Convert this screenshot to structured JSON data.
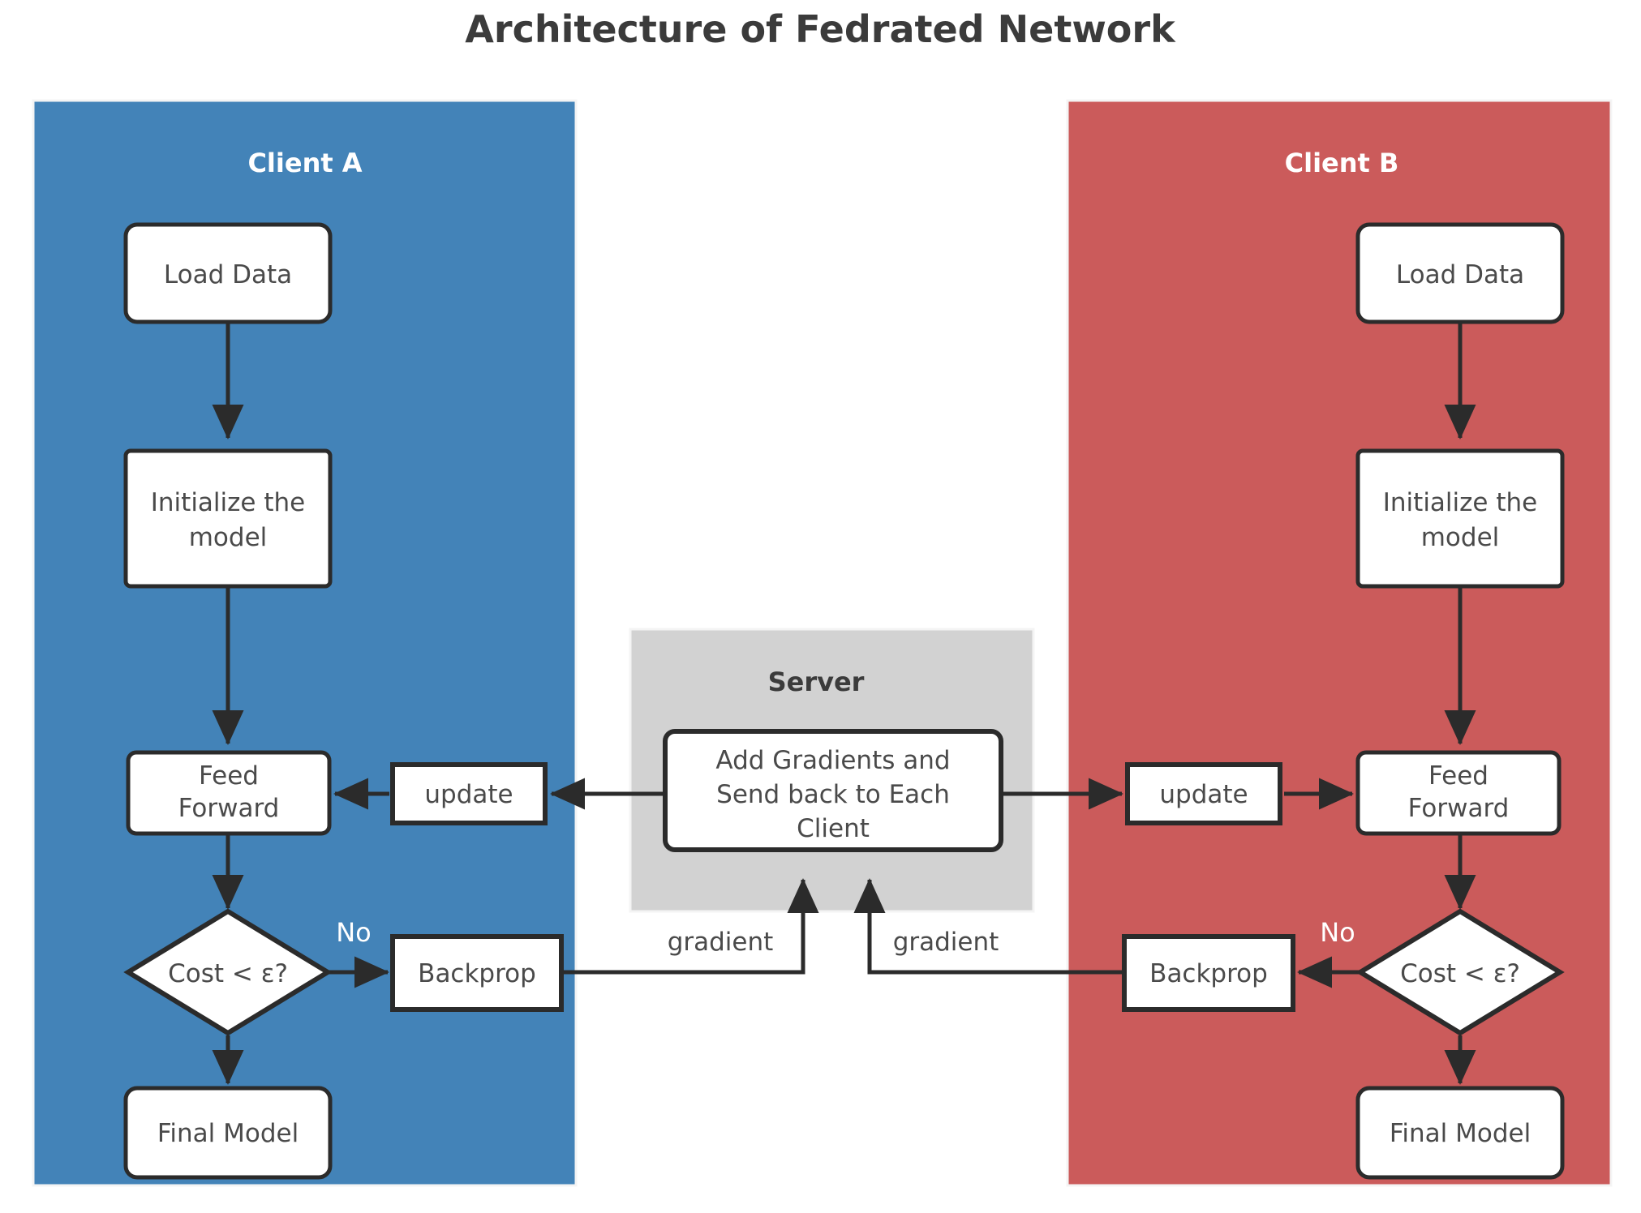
{
  "title": "Architecture of Fedrated Network",
  "colors": {
    "client_a_fill": "#4383b8",
    "client_b_fill": "#cb5b5b",
    "server_fill": "#d2d2d2",
    "node_fill": "#ffffff",
    "node_stroke": "#2b2b2b",
    "title_text": "#3b3b3b",
    "panel_title_text": "#ffffff",
    "node_text": "#4a4a4a",
    "background": "#ffffff"
  },
  "client_a": {
    "title": "Client A",
    "nodes": {
      "load_data": "Load Data",
      "initialize": "Initialize the\nmodel",
      "initialize_line1": "Initialize the",
      "initialize_line2": "model",
      "feed_forward_line1": "Feed",
      "feed_forward_line2": "Forward",
      "update": "update",
      "decision": "Cost < ε?",
      "backprop": "Backprop",
      "final_model": "Final Model"
    },
    "edge_labels": {
      "no": "No",
      "gradient": "gradient"
    }
  },
  "client_b": {
    "title": "Client B",
    "nodes": {
      "load_data": "Load Data",
      "initialize_line1": "Initialize the",
      "initialize_line2": "model",
      "feed_forward_line1": "Feed",
      "feed_forward_line2": "Forward",
      "update": "update",
      "decision": "Cost < ε?",
      "backprop": "Backprop",
      "final_model": "Final Model"
    },
    "edge_labels": {
      "no": "No",
      "gradient": "gradient"
    }
  },
  "server": {
    "title": "Server",
    "node_line1": "Add  Gradients and",
    "node_line2": "Send back to Each",
    "node_line3": "Client"
  }
}
